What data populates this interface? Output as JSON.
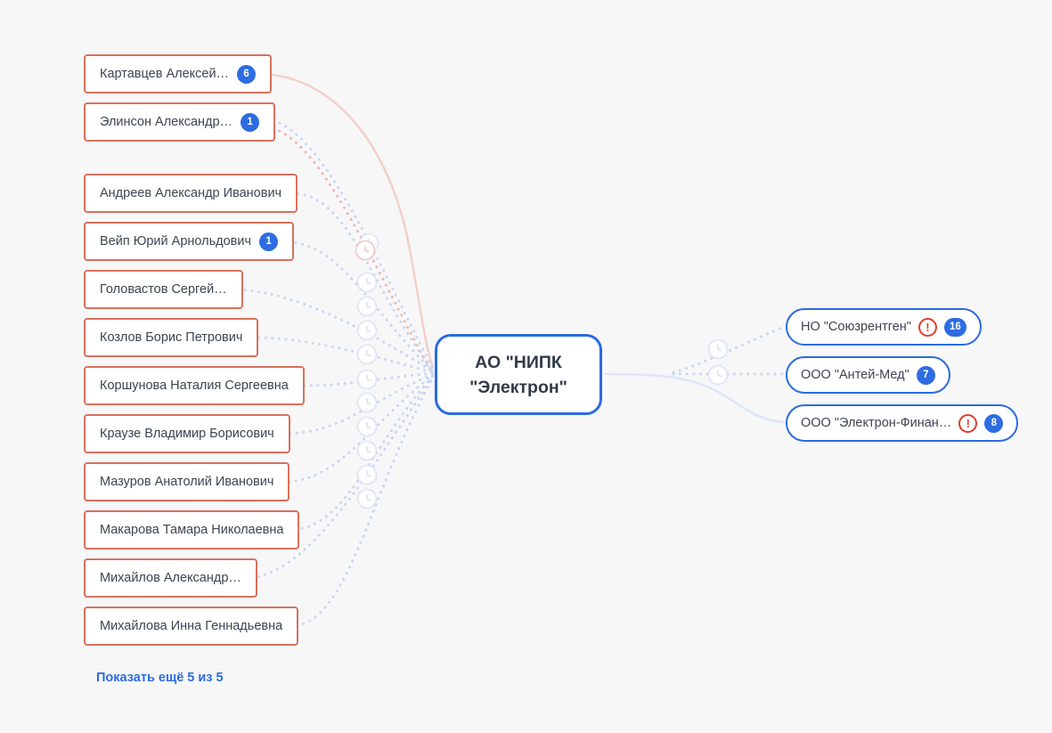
{
  "canvas": {
    "background": "#f7f7f8"
  },
  "center_node": {
    "full_label": "АО \"НИПК \"Электрон\"",
    "line1": "АО \"НИПК",
    "line2": "\"Электрон\""
  },
  "left_nodes": [
    {
      "label": "Картавцев Алексей…",
      "badge": "6"
    },
    {
      "label": "Элинсон Александр…",
      "badge": "1"
    },
    {
      "label": "Андреев Александр Иванович"
    },
    {
      "label": "Вейп Юрий Арнольдович",
      "badge": "1"
    },
    {
      "label": "Головастов Сергей…"
    },
    {
      "label": "Козлов Борис Петрович"
    },
    {
      "label": "Коршунова Наталия Сергеевна"
    },
    {
      "label": "Краузе Владимир Борисович"
    },
    {
      "label": "Мазуров Анатолий Иванович"
    },
    {
      "label": "Макарова Тамара Николаевна"
    },
    {
      "label": "Михайлов Александр…"
    },
    {
      "label": "Михайлова Инна Геннадьевна"
    }
  ],
  "right_nodes": [
    {
      "label": "НО \"Союзрентген\"",
      "warning_glyph": "!",
      "badge": "16"
    },
    {
      "label": "ООО \"Антей-Мед\"",
      "badge": "7"
    },
    {
      "label": "ООО \"Электрон-Финан…",
      "warning_glyph": "!",
      "badge": "8"
    }
  ],
  "show_more": {
    "label": "Показать ещё 5 из 5"
  },
  "icons": {
    "clock": "clock-icon (former relation marker)",
    "warning": "exclamation-warning-icon"
  },
  "colors": {
    "background": "#f7f7f8",
    "person_border": "#d9705c",
    "company_border": "#2b6be0",
    "badge_blue": "#2e6ce2",
    "warning_red": "#e23b2e",
    "link_blue": "#2b6be0",
    "text": "#3d4452",
    "line_blue_dotted": "#c9d6f1",
    "line_red_dotted": "#edb7b0",
    "line_pink_solid": "#f4cfc9",
    "line_blue_solid": "#dde6f8"
  }
}
